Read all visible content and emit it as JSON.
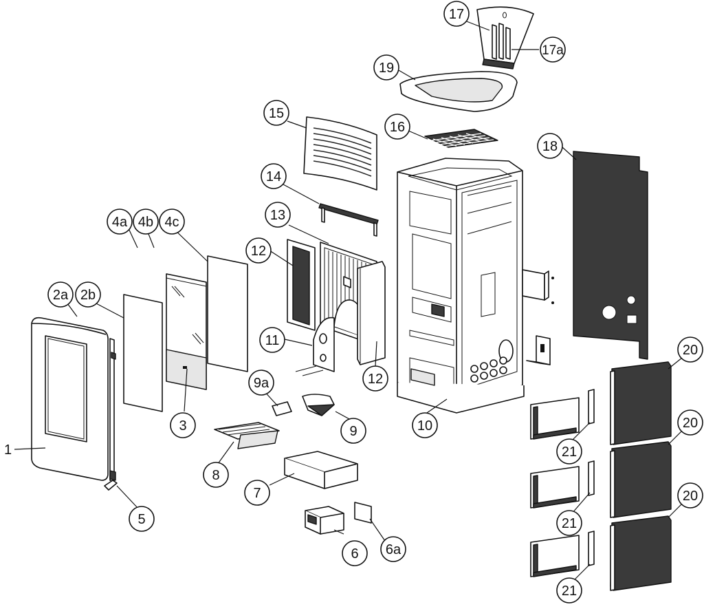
{
  "diagram": {
    "type": "exploded-parts-view",
    "labels": [
      {
        "id": "l1",
        "text": "1"
      },
      {
        "id": "l2a",
        "text": "2a"
      },
      {
        "id": "l2b",
        "text": "2b"
      },
      {
        "id": "l3",
        "text": "3"
      },
      {
        "id": "l4a",
        "text": "4a"
      },
      {
        "id": "l4b",
        "text": "4b"
      },
      {
        "id": "l4c",
        "text": "4c"
      },
      {
        "id": "l5",
        "text": "5"
      },
      {
        "id": "l6",
        "text": "6"
      },
      {
        "id": "l6a",
        "text": "6a"
      },
      {
        "id": "l7",
        "text": "7"
      },
      {
        "id": "l8",
        "text": "8"
      },
      {
        "id": "l9",
        "text": "9"
      },
      {
        "id": "l9a",
        "text": "9a"
      },
      {
        "id": "l10",
        "text": "10"
      },
      {
        "id": "l11",
        "text": "11"
      },
      {
        "id": "l12a",
        "text": "12"
      },
      {
        "id": "l12b",
        "text": "12"
      },
      {
        "id": "l13",
        "text": "13"
      },
      {
        "id": "l14",
        "text": "14"
      },
      {
        "id": "l15",
        "text": "15"
      },
      {
        "id": "l16",
        "text": "16"
      },
      {
        "id": "l17",
        "text": "17"
      },
      {
        "id": "l17a",
        "text": "17a"
      },
      {
        "id": "l18",
        "text": "18"
      },
      {
        "id": "l19",
        "text": "19"
      },
      {
        "id": "l20a",
        "text": "20"
      },
      {
        "id": "l20b",
        "text": "20"
      },
      {
        "id": "l20c",
        "text": "20"
      },
      {
        "id": "l21a",
        "text": "21"
      },
      {
        "id": "l21b",
        "text": "21"
      },
      {
        "id": "l21c",
        "text": "21"
      }
    ]
  }
}
